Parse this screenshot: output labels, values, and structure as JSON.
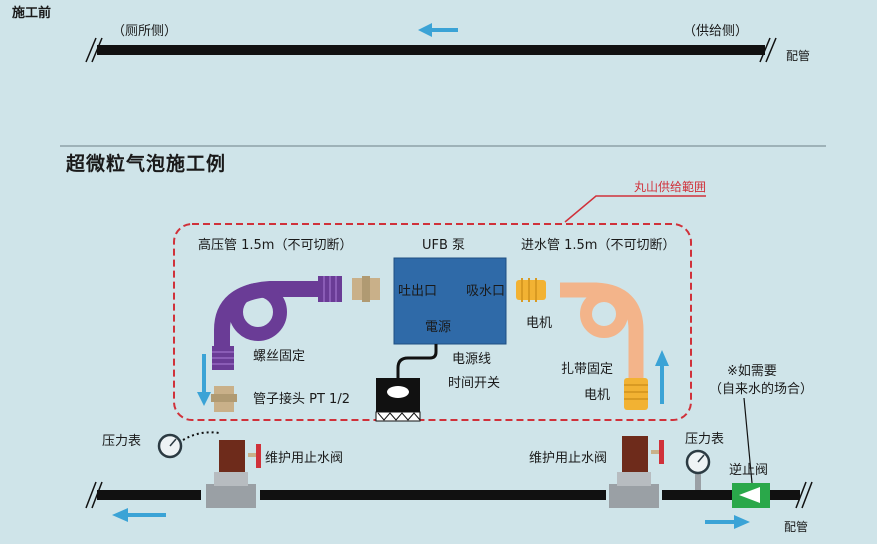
{
  "before": {
    "title": "施工前",
    "toilet_side": "（厕所侧）",
    "supply_side": "（供给侧）",
    "pipe": "配管"
  },
  "example": {
    "title": "超微粒气泡施工例",
    "scope": "丸山供给範囲",
    "high_pressure_hose": "高压管 1.5m（不可切断）",
    "pump_name": "UFB 泵",
    "outlet": "吐出口",
    "inlet": "吸水口",
    "power": "電源",
    "inlet_hose": "进水管 1.5m（不可切断）",
    "motor_top": "电机",
    "motor_bottom": "电机",
    "screw_fix": "螺丝固定",
    "band_fix": "扎带固定",
    "fitting": "管子接头 PT 1/2",
    "power_cord": "电源线",
    "timer_switch": "时间开关",
    "gauge_left": "压力表",
    "gauge_right": "压力表",
    "valve_left": "维护用止水阀",
    "valve_right": "维护用止水阀",
    "note_line1": "※如需要",
    "note_line2": "（自来水的场合）",
    "check_valve": "逆止阀",
    "pipe": "配管"
  },
  "colors": {
    "background": "#cfe4e9",
    "pipe": "#111111",
    "arrow": "#3ba3d6",
    "scope_border": "#d0313a",
    "pump": "#2f6aa8",
    "high_pressure_hose": "#6a3c96",
    "inlet_hose": "#f3b48a",
    "fitting": "#c9b089",
    "motor": "#f2b233",
    "valve_body": "#6e2b1b",
    "valve_base": "#9aa0a5",
    "valve_handle": "#d0313a",
    "check_valve": "#2aa84a"
  }
}
